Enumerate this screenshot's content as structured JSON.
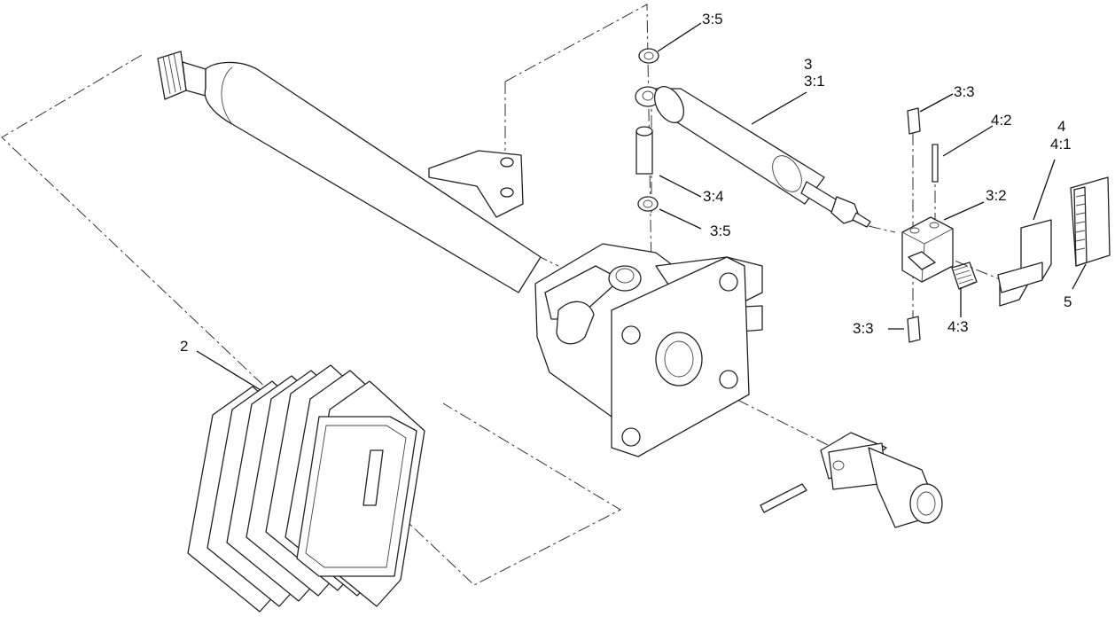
{
  "callouts": {
    "c_3": "3",
    "c_3_1": "3:1",
    "c_3_5_top": "3:5",
    "c_3_3_top": "3:3",
    "c_4_2": "4:2",
    "c_4": "4",
    "c_4_1": "4:1",
    "c_3_4": "3:4",
    "c_3_2": "3:2",
    "c_3_5_bottom": "3:5",
    "c_5": "5",
    "c_3_3_bottom": "3:3",
    "c_4_3": "4:3",
    "c_2": "2"
  },
  "colors": {
    "line": "#222222",
    "background": "#ffffff"
  }
}
